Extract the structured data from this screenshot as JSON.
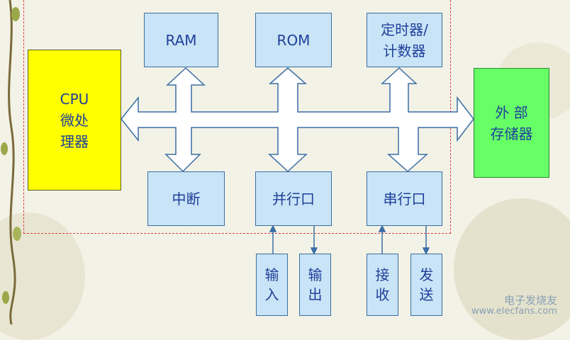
{
  "blocks": {
    "ram": "RAM",
    "rom": "ROM",
    "timer_line1": "定时器/",
    "timer_line2": "计数器",
    "cpu_line1": "CPU",
    "cpu_line2": "微处",
    "cpu_line3": "理器",
    "external_line1": "外 部",
    "external_line2": "存储器",
    "interrupt": "中断",
    "parallel": "并行口",
    "serial": "串行口"
  },
  "io": {
    "input_1": "输",
    "input_2": "入",
    "output_1": "输",
    "output_2": "出",
    "receive_1": "接",
    "receive_2": "收",
    "send_1": "发",
    "send_2": "送"
  },
  "watermark": {
    "logo": "电子发烧友",
    "url": "www.elecfans.com"
  },
  "colors": {
    "block_fill": "#c9e4f6",
    "cpu_fill": "#ffff00",
    "external_fill": "#66ff66",
    "frame": "#d84040",
    "text": "#1f3f9a"
  }
}
